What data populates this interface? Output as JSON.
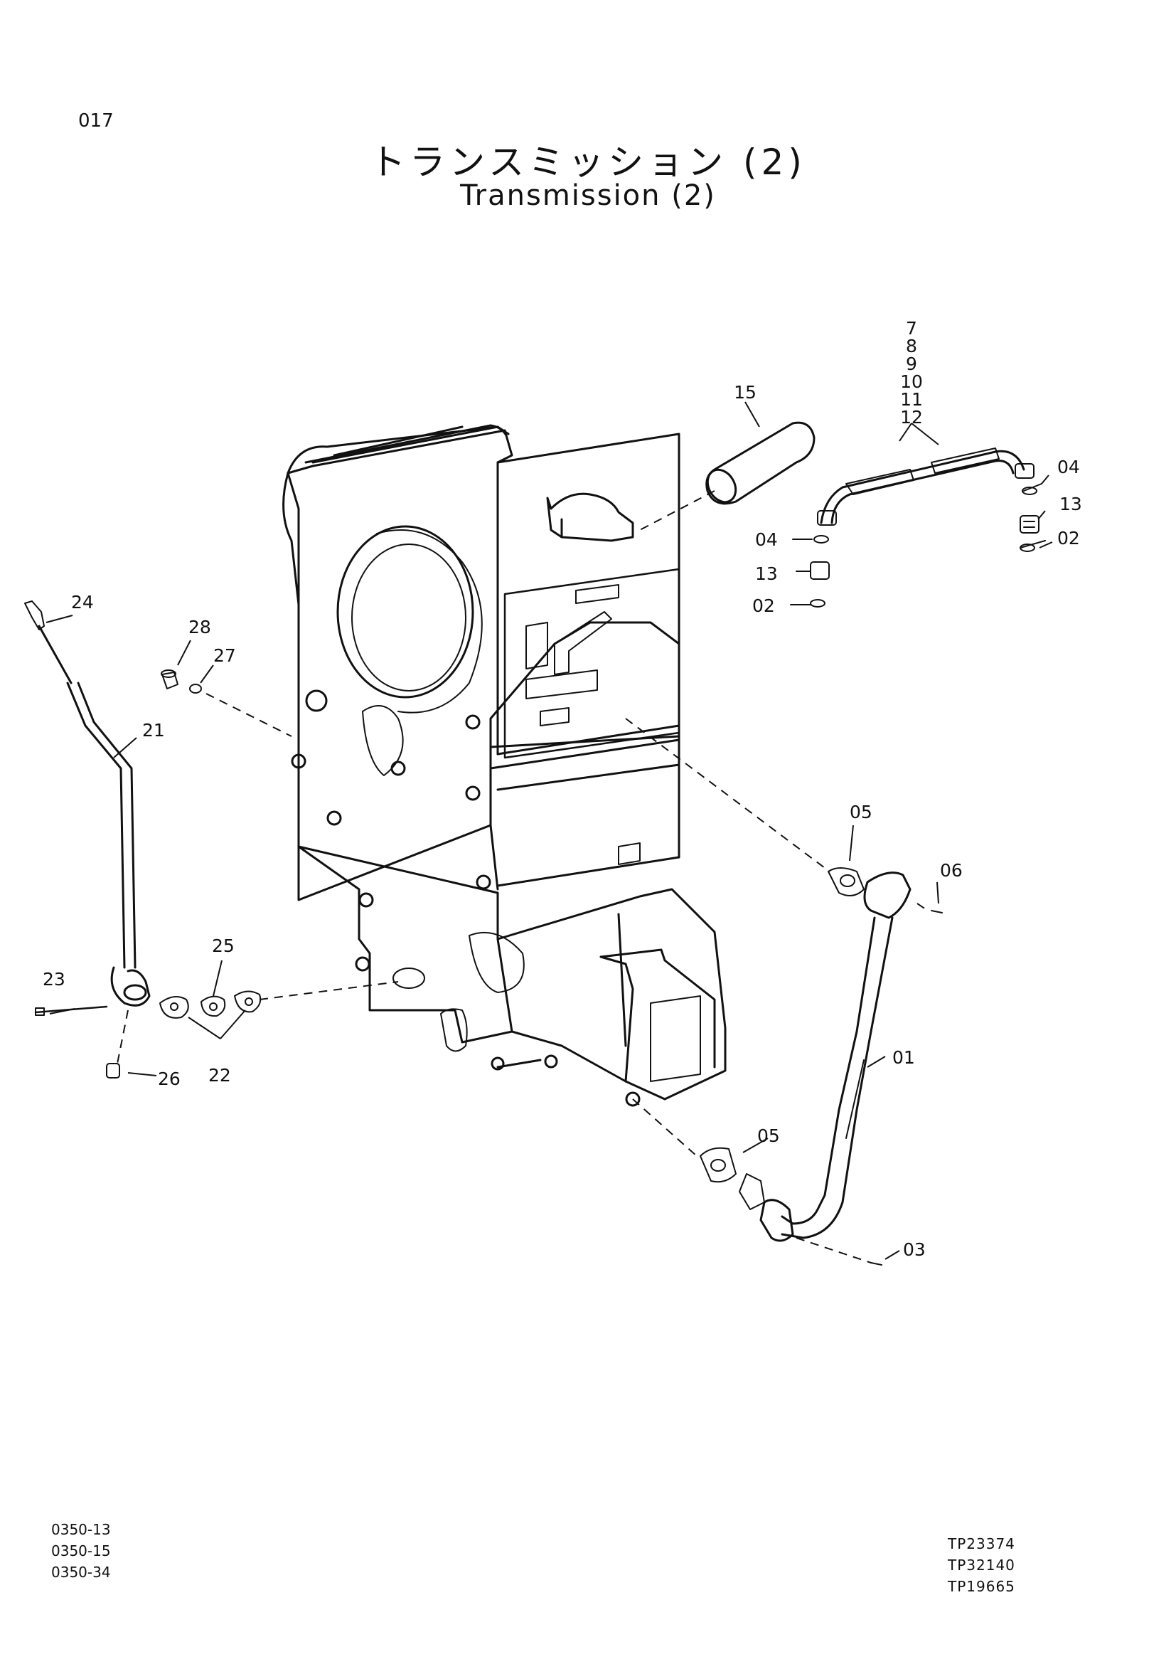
{
  "header": {
    "page_number": "017",
    "title_japanese": "トランスミッション (2)",
    "title_english": "Transmission (2)"
  },
  "callouts": {
    "c7": "7",
    "c8": "8",
    "c9": "9",
    "c10": "10",
    "c11": "11",
    "c12": "12",
    "c15": "15",
    "c04a": "04",
    "c13a": "13",
    "c02a": "02",
    "c04b": "04",
    "c13b": "13",
    "c02b": "02",
    "c24": "24",
    "c28": "28",
    "c27": "27",
    "c21": "21",
    "c05a": "05",
    "c06": "06",
    "c25": "25",
    "c23": "23",
    "c22": "22",
    "c26": "26",
    "c01": "01",
    "c05b": "05",
    "c03": "03"
  },
  "footer": {
    "left_codes": [
      "0350-13",
      "0350-15",
      "0350-34"
    ],
    "right_codes": [
      "TP23374",
      "TP32140",
      "TP19665"
    ]
  }
}
